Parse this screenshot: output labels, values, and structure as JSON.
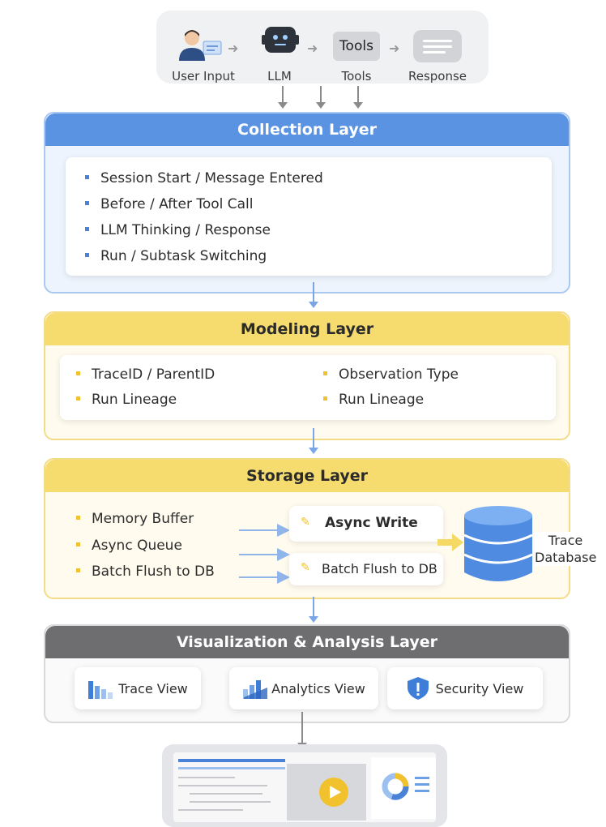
{
  "flow": {
    "items": [
      {
        "label": "User Input",
        "icon": "user-icon"
      },
      {
        "label": "LLM",
        "icon": "robot-icon"
      },
      {
        "label": "Tools",
        "box_text": "Tools",
        "icon": "tools-box"
      },
      {
        "label": "Response",
        "icon": "chat-bubble-icon"
      }
    ]
  },
  "collection": {
    "title": "Collection Layer",
    "color": "#5b93e3",
    "items": [
      "Session Start / Message Entered",
      "Before / After Tool Call",
      "LLM Thinking / Response",
      "Run / Subtask Switching"
    ]
  },
  "modeling": {
    "title": "Modeling Layer",
    "color": "#f6dc6e",
    "left_items": [
      "TraceID / ParentID",
      "Run Lineage"
    ],
    "right_items": [
      "Observation Type",
      "Run Lineage"
    ]
  },
  "storage": {
    "title": "Storage Layer",
    "color": "#f6dc6e",
    "items": [
      "Memory Buffer",
      "Async Queue",
      "Batch Flush to DB"
    ],
    "async_write": "Async Write",
    "batch_flush": "Batch Flush to DB",
    "db_label_1": "Trace",
    "db_label_2": "Database"
  },
  "viz": {
    "title": "Visualization & Analysis Layer",
    "color": "#6e6e70",
    "views": [
      {
        "label": "Trace View",
        "icon": "bar-chart-icon"
      },
      {
        "label": "Analytics View",
        "icon": "analytics-icon"
      },
      {
        "label": "Security View",
        "icon": "shield-icon"
      }
    ]
  }
}
